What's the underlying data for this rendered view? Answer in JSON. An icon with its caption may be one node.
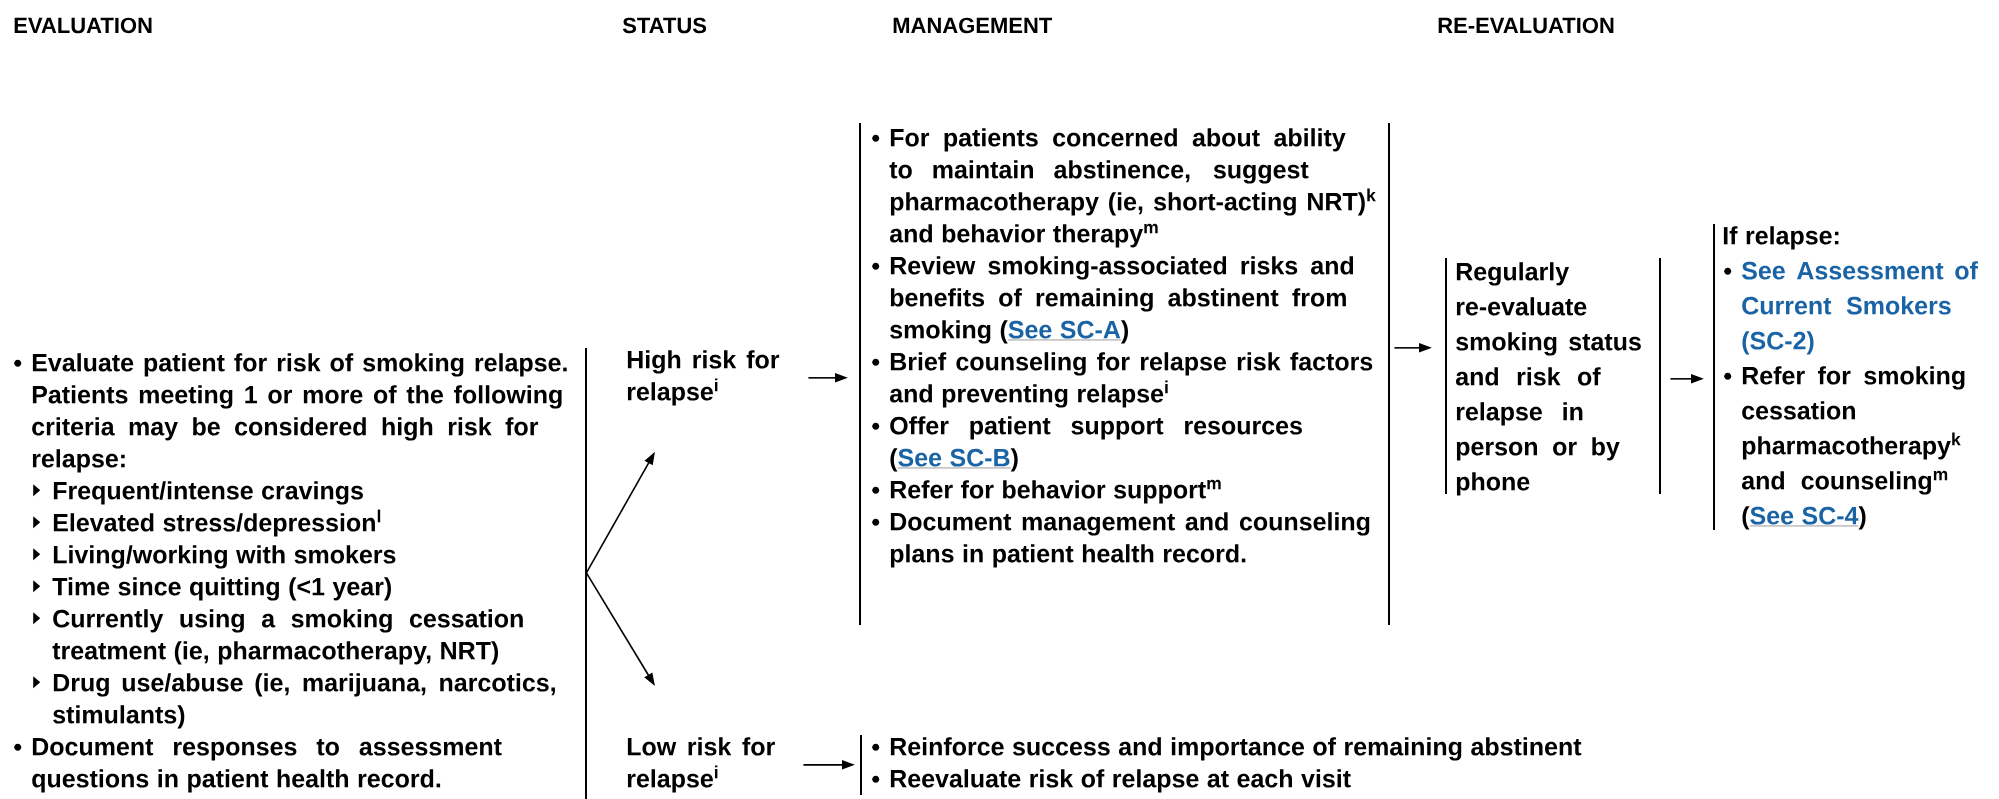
{
  "diagram": {
    "nodes": [
      {
        "text": [
          "Evaluate patient for risk of smoking relapse. Patients meeting 1 or more of the following criteria may be considered high risk for relapse:",
          "Frequent/intense cravings",
          "Elevated stress/depression$^{l}$",
          "Living/working with smokers",
          "Time since quitting (<1 year)",
          "Currently using a smoking cessation treatment (ie, pharmacotherapy, NRT)",
          "Drug use/abuse (ie, marijuana, narcotics, stimulants)",
          "Document responses to assessment questions in patient health record."
        ]
      },
      {
        "text": [
          "High risk for relapse$^{i}$"
        ]
      },
      {
        "text": [
          "Low risk for relapse$^{i}$"
        ]
      },
      {
        "text": [
          "For patients concerned about ability to maintain abstinence, suggest pharmacotherapy (ie, short-acting NRT)$^{k}$ and behavior therapy$^{m}$",
          "Review smoking-associated risks and benefits of remaining abstinent from smoking (",
          "See SC-A",
          ")",
          "Brief counseling for relapse risk factors and preventing relapse$^{i}$",
          "Offer patient support resources (",
          "See SC-B",
          ")",
          "Refer for behavior support$^{m}$",
          "Document management and counseling plans in patient health record."
        ]
      },
      {
        "text": [
          "Regularly re-evaluate smoking status and risk of relapse in person or by phone"
        ]
      },
      {
        "text": [
          "If relapse:",
          "See Assessment of Current Smokers (SC-2)",
          "Refer for smoking cessation pharmacotherapy$^{k}$ and counseling$^{m}$ (",
          "See SC-4",
          ")"
        ]
      },
      {
        "text": [
          "Reinforce success and importance of remaining abstinent",
          "Reevaluate risk of relapse at each visit"
        ]
      }
    ],
    "edges": [
      {
        "from": 0,
        "to": 1,
        "arrow": "to"
      },
      {
        "from": 0,
        "to": 2,
        "arrow": "to"
      },
      {
        "from": 1,
        "to": 3,
        "arrow": "to"
      },
      {
        "from": 3,
        "to": 4,
        "arrow": "to"
      },
      {
        "from": 4,
        "to": 5,
        "arrow": "to"
      },
      {
        "from": 2,
        "to": 6,
        "arrow": "to"
      }
    ],
    "labels": [
      "EVALUATION",
      "STATUS",
      "MANAGEMENT",
      "RE-EVALUATION"
    ]
  }
}
